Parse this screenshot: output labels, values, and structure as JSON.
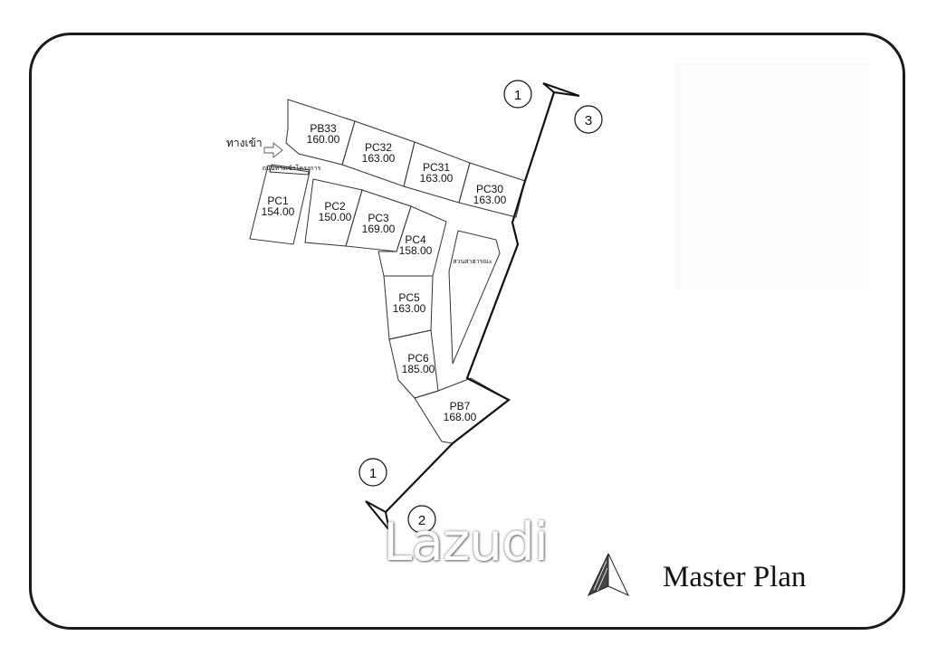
{
  "title": "Master Plan",
  "watermark": "Lazudi",
  "entrance_label": "ทางเข้า",
  "park_label": "สวนสาธารณะ",
  "entrance_road_note": "ถนนทางเข้าโครงการ",
  "lots": [
    {
      "id": "PB33",
      "area": "160.00"
    },
    {
      "id": "PC32",
      "area": "163.00"
    },
    {
      "id": "PC31",
      "area": "163.00"
    },
    {
      "id": "PC30",
      "area": "163.00"
    },
    {
      "id": "PC1",
      "area": "154.00"
    },
    {
      "id": "PC2",
      "area": "150.00"
    },
    {
      "id": "PC3",
      "area": "169.00"
    },
    {
      "id": "PC4",
      "area": "158.00"
    },
    {
      "id": "PC5",
      "area": "163.00"
    },
    {
      "id": "PC6",
      "area": "185.00"
    },
    {
      "id": "PB7",
      "area": "168.00"
    }
  ],
  "markers": {
    "top_left": "1",
    "top_right": "3",
    "bottom_left": "1",
    "bottom_right": "2"
  },
  "colors": {
    "line": "#111111",
    "frame": "#1a1a1a"
  }
}
